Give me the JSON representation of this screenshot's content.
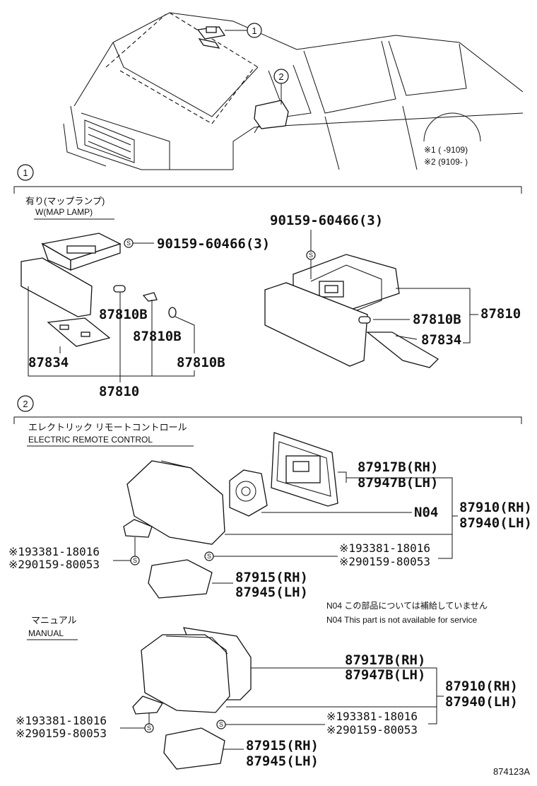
{
  "callouts": {
    "one": "1",
    "two": "2",
    "s_mark": "S"
  },
  "vehicle_notes": {
    "note1": "※1 (      -9109)",
    "note2": "※2 (9109-      )"
  },
  "section1": {
    "heading_jp": "有り(マップランプ)",
    "heading_en": "W(MAP LAMP)",
    "left": {
      "screw": "90159-60466(3)",
      "bulb_a": "87810B",
      "bulb_b": "87810B",
      "bulb_c": "87810B",
      "lens": "87834",
      "assy": "87810"
    },
    "right": {
      "screw": "90159-60466(3)",
      "bulb": "87810B",
      "assy": "87810",
      "lens": "87834"
    }
  },
  "section2": {
    "heading_jp": "エレクトリック リモートコントロール",
    "heading_en": "ELECTRIC REMOTE CONTROL",
    "electric": {
      "mirror_rh": "87917B(RH)",
      "mirror_lh": "87947B(LH)",
      "n04": "N04",
      "assy_rh": "87910(RH)",
      "assy_lh": "87940(LH)",
      "screw_l1": "※193381-18016",
      "screw_l2": "※290159-80053",
      "screw_r1": "※193381-18016",
      "screw_r2": "※290159-80053",
      "cover_rh": "87915(RH)",
      "cover_lh": "87945(LH)"
    },
    "note_jp": "N04 この部品については補給していません",
    "note_en": "N04 This part is not available for service"
  },
  "section3": {
    "heading_jp": "マニュアル",
    "heading_en": "MANUAL",
    "mirror_rh": "87917B(RH)",
    "mirror_lh": "87947B(LH)",
    "assy_rh": "87910(RH)",
    "assy_lh": "87940(LH)",
    "screw_l1": "※193381-18016",
    "screw_l2": "※290159-80053",
    "screw_r1": "※193381-18016",
    "screw_r2": "※290159-80053",
    "cover_rh": "87915(RH)",
    "cover_lh": "87945(LH)"
  },
  "figure_id": "874123A"
}
